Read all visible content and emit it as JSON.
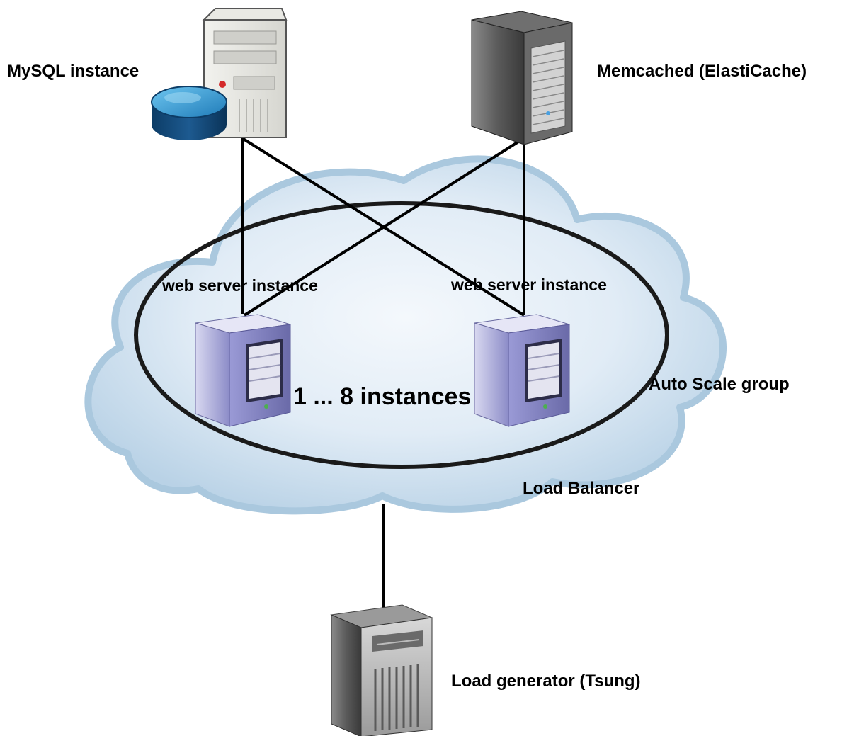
{
  "diagram": {
    "nodes": {
      "mysql": {
        "label": "MySQL instance",
        "icon": "database-server-icon"
      },
      "memcached": {
        "label": "Memcached (ElastiCache)",
        "icon": "tower-server-icon"
      },
      "web_server_left": {
        "label": "web server instance",
        "icon": "web-server-icon"
      },
      "web_server_right": {
        "label": "web server instance",
        "icon": "web-server-icon"
      },
      "load_generator": {
        "label": "Load generator (Tsung)",
        "icon": "tower-server-icon"
      }
    },
    "groups": {
      "auto_scale": {
        "label": "Auto Scale group",
        "instance_count_label": "1 ... 8 instances"
      },
      "load_balancer": {
        "label": "Load Balancer"
      }
    },
    "edges": [
      {
        "from": "mysql",
        "to": "web_server_left"
      },
      {
        "from": "mysql",
        "to": "web_server_right"
      },
      {
        "from": "memcached",
        "to": "web_server_left"
      },
      {
        "from": "memcached",
        "to": "web_server_right"
      },
      {
        "from": "load_generator",
        "to": "load_balancer"
      }
    ],
    "colors": {
      "cloud_fill": "#cfe0ee",
      "cloud_edge": "#a8c8e0",
      "connector": "#000000",
      "web_server": "#8888c8",
      "database": "#1e5a8e"
    }
  }
}
